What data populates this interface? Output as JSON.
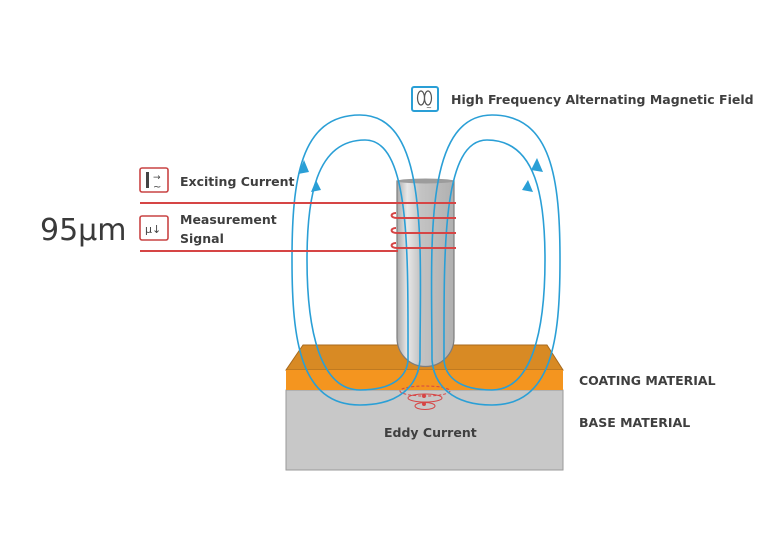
{
  "reading": {
    "value": "95µm"
  },
  "legend": {
    "magnetic_field": {
      "icon": "coil-field-icon",
      "label": "High Frequency Alternating Magnetic Field"
    },
    "exciting_current": {
      "icon": "current-source-icon",
      "glyph_top": "→",
      "glyph_bottom": "~",
      "label": "Exciting Current"
    },
    "measurement_signal": {
      "icon": "measurement-signal-icon",
      "glyph": "µ↓",
      "label_line1": "Measurement",
      "label_line2": "Signal"
    }
  },
  "layers": {
    "coating": {
      "label": "COATING MATERIAL"
    },
    "base": {
      "label": "BASE MATERIAL"
    }
  },
  "eddy_current": {
    "label": "Eddy Current"
  },
  "colors": {
    "field_line": "#2a9fd6",
    "wire": "#d64545",
    "coating_top": "#d88a24",
    "coating_front": "#f4951f",
    "base": "#c8c8c8",
    "probe": "#bdbdbd",
    "text": "#3f3f3f"
  }
}
